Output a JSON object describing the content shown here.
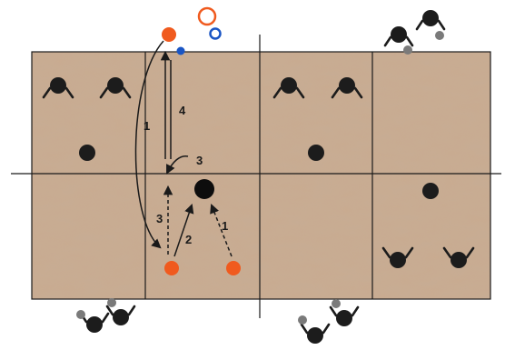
{
  "labels": {
    "step_1a": "1",
    "step_4": "4",
    "step_3a": "3",
    "step_3b": "3",
    "step_2": "2",
    "step_1b": "1"
  },
  "colors": {
    "court": "#c9ab90",
    "court_dark": "#b08f74",
    "line": "#1a1a1a",
    "dark_player": "#1c1c1c",
    "orange_player": "#f05a1e",
    "blue_marker": "#1a55c4",
    "gray_ball": "#7a7a7a"
  },
  "icons": {
    "dark_player": "dark-player-icon",
    "orange_player": "orange-player-icon",
    "ball": "ball-icon"
  }
}
